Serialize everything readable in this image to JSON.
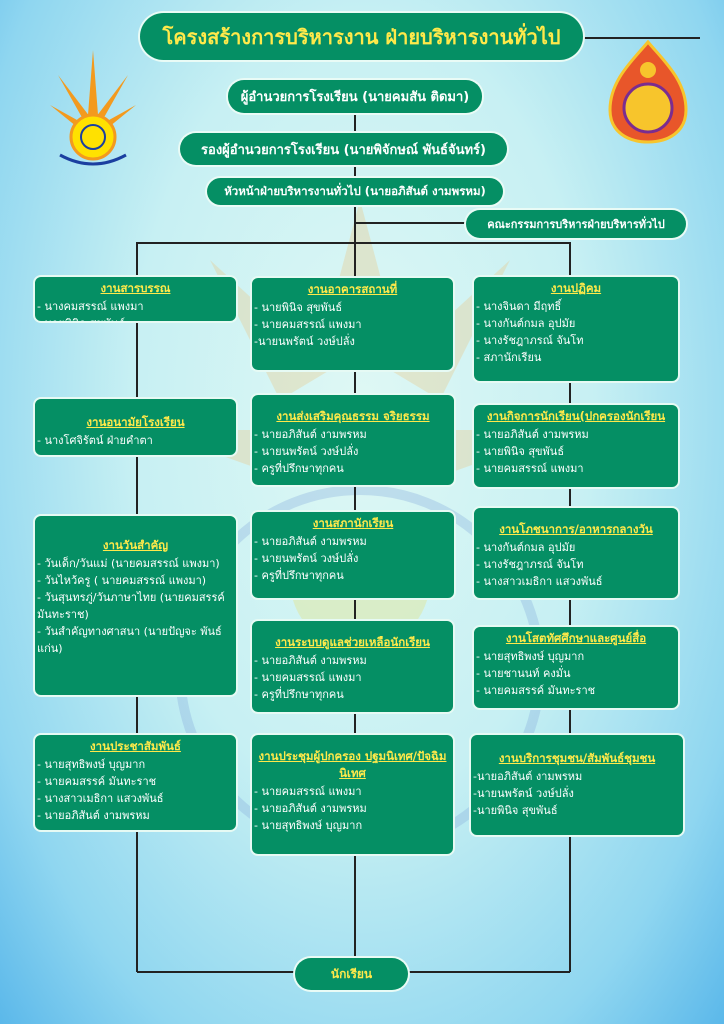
{
  "title": "โครงสร้างการบริหารงาน ฝ่ายบริหารงานทั่วไป",
  "hierarchy": {
    "director": "ผู้อำนวยการโรงเรียน (นายคมสัน ติดมา)",
    "deputy": "รองผู้อำนวยการโรงเรียน (นายพิจักษณ์ พันธ์จันทร์)",
    "head": "หัวหน้าฝ่ายบริหารงานทั่วไป (นายอภิสันต์ งามพรหม)",
    "committee": "คณะกรรมการบริหารฝ่ายบริหารทั่วไป",
    "students": "นักเรียน"
  },
  "sections": [
    {
      "title": "งานสารบรรณ",
      "members": [
        "- นางคมสรรณ์  แพงมา",
        "- นายพินิจ      สุขพันธ์"
      ]
    },
    {
      "title": "งานอนามัยโรงเรียน",
      "members": [
        "- นางโศจิรัตน์    ฝ่ายคำตา"
      ]
    },
    {
      "title": "งานวันสำคัญ",
      "members": [
        "- วันเด็ก/วันแม่ (นายคมสรรณ์  แพงมา)",
        "- วันไหว้ครู ( นายคมสรรณ์ แพงมา)",
        "- วันสุนทรภู่/วันภาษาไทย (นายคมสรรค์ มันทะราช)",
        "- วันสำคัญทางศาสนา (นายปัญจะ พันธ์แก่น)"
      ]
    },
    {
      "title": "งานประชาสัมพันธ์",
      "members": [
        "- นายสุทธิพงษ์  บุญมาก",
        "- นายคมสรรค์  มันทะราช",
        "- นางสาวเมธิกา  แสวงพันธ์",
        "- นายอภิสันต์  งามพรหม"
      ]
    },
    {
      "title": "งานอาคารสถานที่",
      "members": [
        "- นายพินิจ    สุขพันธ์",
        "- นายคมสรรณ์   แพงมา",
        "-นายนพรัตน์ วงษ์ปลั่ง"
      ]
    },
    {
      "title": "งานส่งเสริมคุณธรรม จริยธรรม",
      "members": [
        "- นายอภิสันต์  งามพรหม",
        "- นายนพรัตน์  วงษ์ปลั่ง",
        "- ครูที่ปรึกษาทุกคน"
      ]
    },
    {
      "title": "งานสภานักเรียน",
      "members": [
        "- นายอภิสันต์   งามพรหม",
        "- นายนพรัตน์   วงษ์ปลั่ง",
        "- ครูที่ปรึกษาทุกคน"
      ]
    },
    {
      "title": "งานระบบดูแลช่วยเหลือนักเรียน",
      "members": [
        "- นายอภิสันต์   งามพรหม",
        "- นายคมสรรณ์  แพงมา",
        "- ครูที่ปรึกษาทุกคน"
      ]
    },
    {
      "title": "งานประชุมผู้ปกครอง ปฐมนิเทศ/ปัจฉิมนิเทศ",
      "members": [
        "- นายคมสรรณ์  แพงมา",
        "- นายอภิสันต์  งามพรหม",
        "- นายสุทธิพงษ์ บุญมาก"
      ]
    },
    {
      "title": "งานปฏิคม",
      "members": [
        "- นางจินดา    มีฤทธิ์",
        "- นางกันต์กมล  อุปมัย",
        "- นางรัชฎาภรณ์   จันโท",
        "- สภานักเรียน"
      ]
    },
    {
      "title": "งานกิจการนักเรียน(ปกครองนักเรียน",
      "members": [
        "- นายอภิสันต์    งามพรหม",
        "- นายพินิจ สุขพันธ์",
        "- นายคมสรรณ์ แพงมา"
      ]
    },
    {
      "title": "งานโภชนาการ/อาหารกลางวัน",
      "members": [
        "- นางกันต์กมล  อุปมัย",
        "- นางรัชฎาภรณ์  จันโท",
        "- นางสาวเมธิกา  แสวงพันธ์"
      ]
    },
    {
      "title": "งานโสตทัศศึกษาและศูนย์สื่อ",
      "members": [
        "- นายสุทธิพงษ์  บุญมาก",
        "- นายชานนท์  คงมั่น",
        "- นายคมสรรค์  มันทะราช"
      ]
    },
    {
      "title": "งานบริการชุมชน/สัมพันธ์ชุมชน",
      "members": [
        "-นายอภิสันต์   งามพรหม",
        "-นายนพรัตน์   วงษ์ปลั่ง",
        "-นายพินิจ  สุขพันธ์"
      ]
    }
  ],
  "colors": {
    "box": "#058f64",
    "heading": "#ffe94a"
  }
}
